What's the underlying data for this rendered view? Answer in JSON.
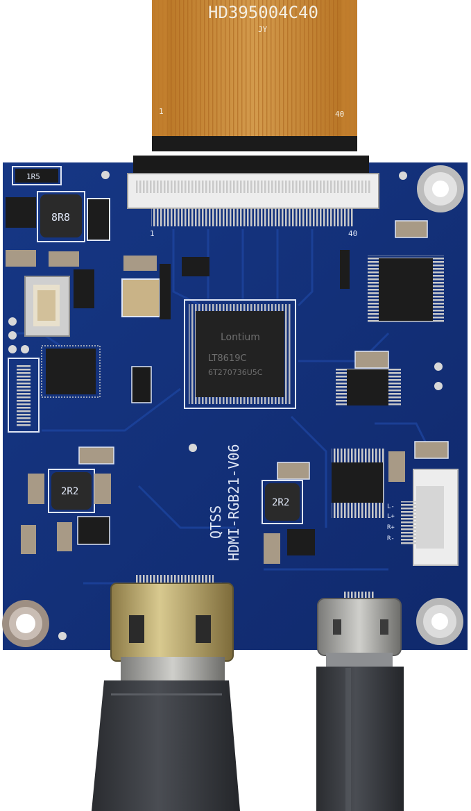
{
  "photo": {
    "ribbon": {
      "part_number": "HD395004C40",
      "code": "JY",
      "pin_start": "1",
      "pin_end": "40"
    },
    "board": {
      "silkscreen_brand": "QTSS",
      "silkscreen_model": "HDMI-RGB21-V06",
      "inductor_top": "8R8",
      "inductor_left": "2R2",
      "inductor_mid": "2R2",
      "resistor_top": "1R5",
      "connector_pin_start": "1",
      "connector_pin_end": "40",
      "audio_pins": [
        "L-",
        "L+",
        "R+",
        "R-"
      ]
    },
    "main_chip": {
      "brand": "Lontium",
      "model": "LT8619C",
      "batch": "6T270736U5C"
    },
    "colors": {
      "pcb": "#13327e",
      "ribbon": "#c98a3a",
      "cable": "#3a3d42"
    }
  }
}
